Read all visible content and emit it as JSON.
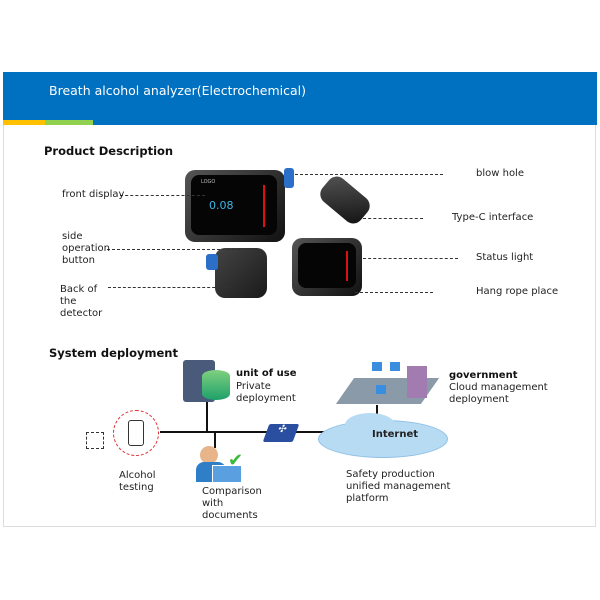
{
  "banner": {
    "title": "Breath alcohol analyzer(Electrochemical)",
    "colors": {
      "blue": "#0070c0",
      "yellow": "#ffc000",
      "green": "#92d050"
    }
  },
  "product": {
    "heading": "Product Description",
    "device_logo": "LOGO",
    "device_reading": "0.08",
    "labels": {
      "front_display": "front display",
      "blow_hole": "blow hole",
      "type_c": "Type-C interface",
      "side_button": "side operation button",
      "status_light": "Status light",
      "back": "Back of the detector",
      "hang_rope": "Hang rope place"
    }
  },
  "deployment": {
    "heading": "System deployment",
    "unit_title": "unit of use",
    "unit_sub": "Private deployment",
    "gov_title": "government",
    "gov_sub": "Cloud management deployment",
    "internet": "Internet",
    "alcohol": "Alcohol testing",
    "comparison": "Comparison with documents",
    "platform": "Safety production unified management platform"
  }
}
